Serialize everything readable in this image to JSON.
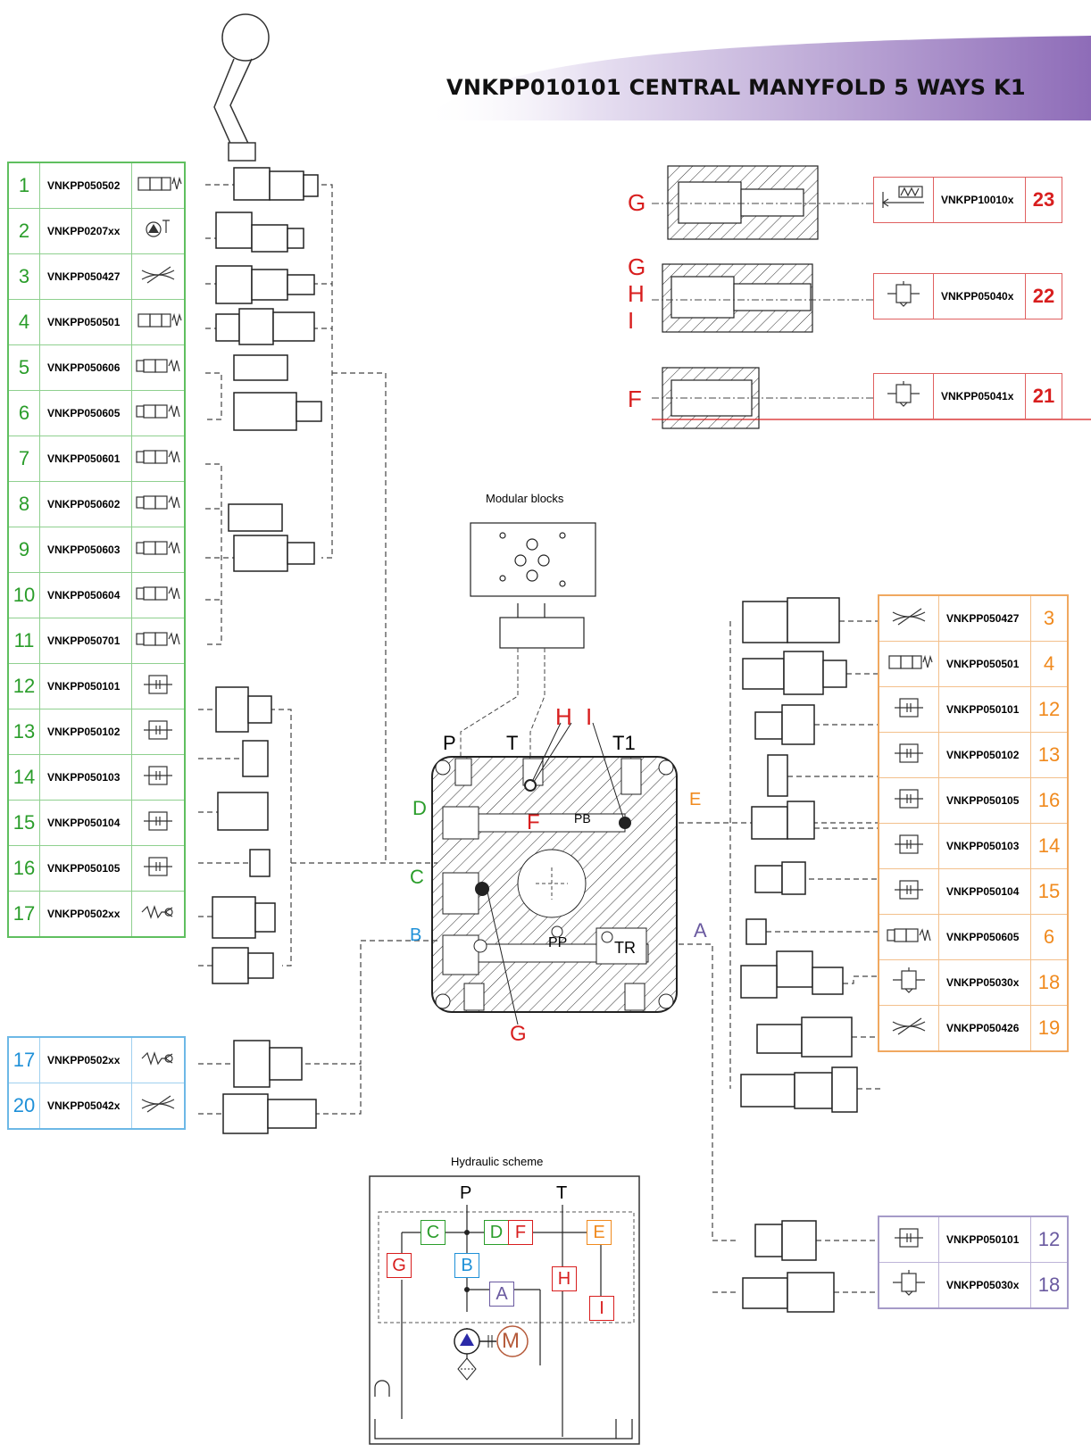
{
  "title": "VNKPP010101 CENTRAL MANYFOLD 5 WAYS K1",
  "colors": {
    "green": "#2a9d2a",
    "blue": "#1e90d8",
    "orange": "#f08a1e",
    "purple": "#6a5aa0",
    "red": "#d81e1e",
    "banner": "#9c7fc0"
  },
  "left_green_table": [
    {
      "num": "1",
      "code": "VNKPP050502",
      "icon": "symbol-valve-icon"
    },
    {
      "num": "2",
      "code": "VNKPP0207xx",
      "icon": "symbol-hand-pump-icon"
    },
    {
      "num": "3",
      "code": "VNKPP050427",
      "icon": "symbol-flow-control-icon"
    },
    {
      "num": "4",
      "code": "VNKPP050501",
      "icon": "symbol-valve-icon"
    },
    {
      "num": "5",
      "code": "VNKPP050606",
      "icon": "symbol-solenoid-valve-icon"
    },
    {
      "num": "6",
      "code": "VNKPP050605",
      "icon": "symbol-solenoid-valve-icon"
    },
    {
      "num": "7",
      "code": "VNKPP050601",
      "icon": "symbol-solenoid-valve-icon"
    },
    {
      "num": "8",
      "code": "VNKPP050602",
      "icon": "symbol-solenoid-valve-icon"
    },
    {
      "num": "9",
      "code": "VNKPP050603",
      "icon": "symbol-solenoid-valve-icon"
    },
    {
      "num": "10",
      "code": "VNKPP050604",
      "icon": "symbol-solenoid-valve-icon"
    },
    {
      "num": "11",
      "code": "VNKPP050701",
      "icon": "symbol-solenoid-valve-icon"
    },
    {
      "num": "12",
      "code": "VNKPP050101",
      "icon": "symbol-plug-icon"
    },
    {
      "num": "13",
      "code": "VNKPP050102",
      "icon": "symbol-plug-icon"
    },
    {
      "num": "14",
      "code": "VNKPP050103",
      "icon": "symbol-plug-icon"
    },
    {
      "num": "15",
      "code": "VNKPP050104",
      "icon": "symbol-plug-icon"
    },
    {
      "num": "16",
      "code": "VNKPP050105",
      "icon": "symbol-plug-icon"
    },
    {
      "num": "17",
      "code": "VNKPP0502xx",
      "icon": "symbol-check-valve-icon"
    }
  ],
  "left_blue_table": [
    {
      "num": "17",
      "code": "VNKPP0502xx",
      "icon": "symbol-check-valve-icon"
    },
    {
      "num": "20",
      "code": "VNKPP05042x",
      "icon": "symbol-flow-control-icon"
    }
  ],
  "right_red_table": [
    {
      "num": "23",
      "code": "VNKPP10010x",
      "icon": "symbol-relief-valve-icon"
    },
    {
      "num": "22",
      "code": "VNKPP05040x",
      "icon": "symbol-pressure-valve-icon"
    },
    {
      "num": "21",
      "code": "VNKPP05041x",
      "icon": "symbol-pressure-valve-icon"
    }
  ],
  "right_orange_table": [
    {
      "num": "3",
      "code": "VNKPP050427",
      "icon": "symbol-flow-control-icon"
    },
    {
      "num": "4",
      "code": "VNKPP050501",
      "icon": "symbol-valve-icon"
    },
    {
      "num": "12",
      "code": "VNKPP050101",
      "icon": "symbol-plug-icon"
    },
    {
      "num": "13",
      "code": "VNKPP050102",
      "icon": "symbol-plug-icon"
    },
    {
      "num": "16",
      "code": "VNKPP050105",
      "icon": "symbol-plug-icon"
    },
    {
      "num": "14",
      "code": "VNKPP050103",
      "icon": "symbol-plug-icon"
    },
    {
      "num": "15",
      "code": "VNKPP050104",
      "icon": "symbol-plug-icon"
    },
    {
      "num": "6",
      "code": "VNKPP050605",
      "icon": "symbol-solenoid-valve-icon"
    },
    {
      "num": "18",
      "code": "VNKPP05030x",
      "icon": "symbol-pressure-valve-icon"
    },
    {
      "num": "19",
      "code": "VNKPP050426",
      "icon": "symbol-flow-control-icon"
    }
  ],
  "right_purple_table": [
    {
      "num": "12",
      "code": "VNKPP050101",
      "icon": "symbol-plug-icon"
    },
    {
      "num": "18",
      "code": "VNKPP05030x",
      "icon": "symbol-pressure-valve-icon"
    }
  ],
  "modular_blocks_label": "Modular blocks",
  "hydraulic_scheme_label": "Hydraulic scheme",
  "manifold_ports": {
    "P": "P",
    "T": "T",
    "T1": "T1",
    "D": "D",
    "C": "C",
    "B": "B",
    "E": "E",
    "A": "A",
    "F": "F",
    "G": "G",
    "H": "H",
    "I": "I",
    "PB": "PB",
    "PP": "PP",
    "TR": "TR"
  },
  "cavity_labels": {
    "G": "G",
    "GHI": [
      "G",
      "H",
      "I"
    ],
    "F": "F"
  },
  "scheme": {
    "P": "P",
    "T": "T",
    "boxes": [
      "C",
      "D",
      "F",
      "E",
      "G",
      "B",
      "H",
      "A",
      "I"
    ],
    "motor": "M"
  }
}
